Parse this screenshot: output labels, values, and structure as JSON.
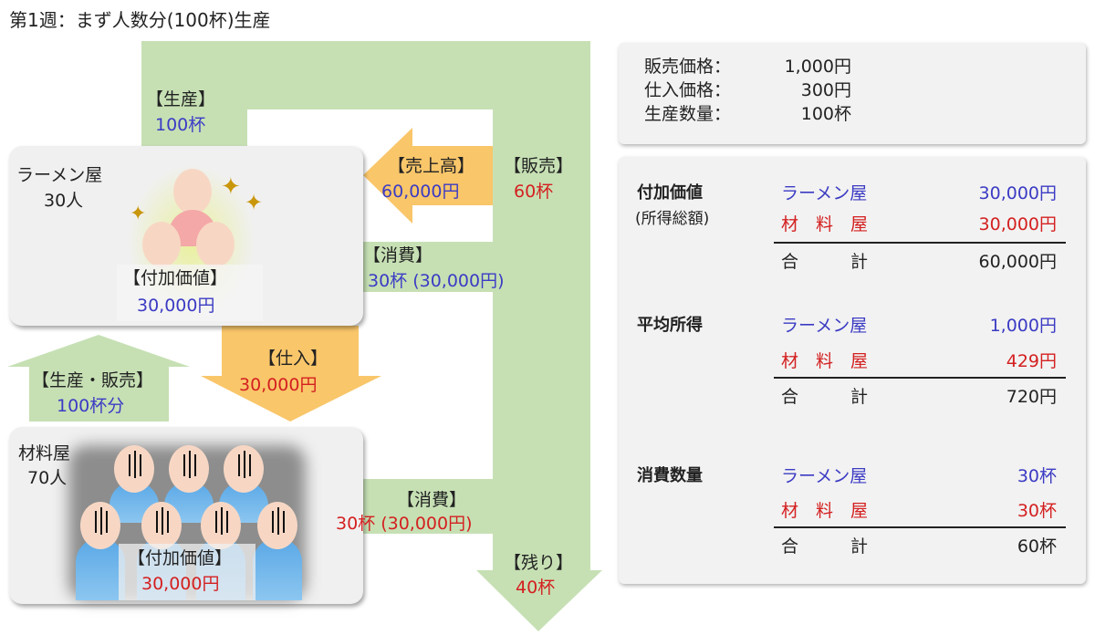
{
  "title": "第1週：まず人数分(100杯)生産",
  "colors": {
    "green": "#c6e0b4",
    "orange": "#f9c66a",
    "blue": "#3b3bc4",
    "red": "#d42020",
    "panel": "#f2f2f2"
  },
  "ramen": {
    "name": "ラーメン屋",
    "people": "30人",
    "va_label": "【付加価値】",
    "va_value": "30,000円"
  },
  "material": {
    "name": "材料屋",
    "people": "70人",
    "va_label": "【付加価値】",
    "va_value": "30,000円"
  },
  "flows": {
    "production": {
      "label": "【生産】",
      "value": "100杯"
    },
    "sales_revenue": {
      "label": "【売上高】",
      "value": "60,000円"
    },
    "sales": {
      "label": "【販売】",
      "value": "60杯"
    },
    "ramen_consumption": {
      "label": "【消費】",
      "value": "30杯 (30,000円)"
    },
    "purchase": {
      "label": "【仕入】",
      "value": "30,000円"
    },
    "material_supply": {
      "label": "【生産・販売】",
      "value": "100杯分"
    },
    "material_consumption": {
      "label": "【消費】",
      "value": "30杯 (30,000円)"
    },
    "remaining": {
      "label": "【残り】",
      "value": "40杯"
    }
  },
  "prices": [
    {
      "label": "販売価格：",
      "value": "1,000円"
    },
    {
      "label": "仕入価格：",
      "value": "300円"
    },
    {
      "label": "生産数量：",
      "value": "100杯"
    }
  ],
  "summary": [
    {
      "title": "付加価値",
      "subtitle": "(所得総額)",
      "rows": [
        {
          "name": "ラーメン屋",
          "value": "30,000円"
        },
        {
          "name": "材　料　屋",
          "value": "30,000円"
        }
      ],
      "total_label": "合　　　計",
      "total": "60,000円"
    },
    {
      "title": "平均所得",
      "rows": [
        {
          "name": "ラーメン屋",
          "value": "1,000円"
        },
        {
          "name": "材　料　屋",
          "value": "429円"
        }
      ],
      "total_label": "合　　　計",
      "total": "720円"
    },
    {
      "title": "消費数量",
      "rows": [
        {
          "name": "ラーメン屋",
          "value": "30杯"
        },
        {
          "name": "材　料　屋",
          "value": "30杯"
        }
      ],
      "total_label": "合　　　計",
      "total": "60杯"
    }
  ]
}
